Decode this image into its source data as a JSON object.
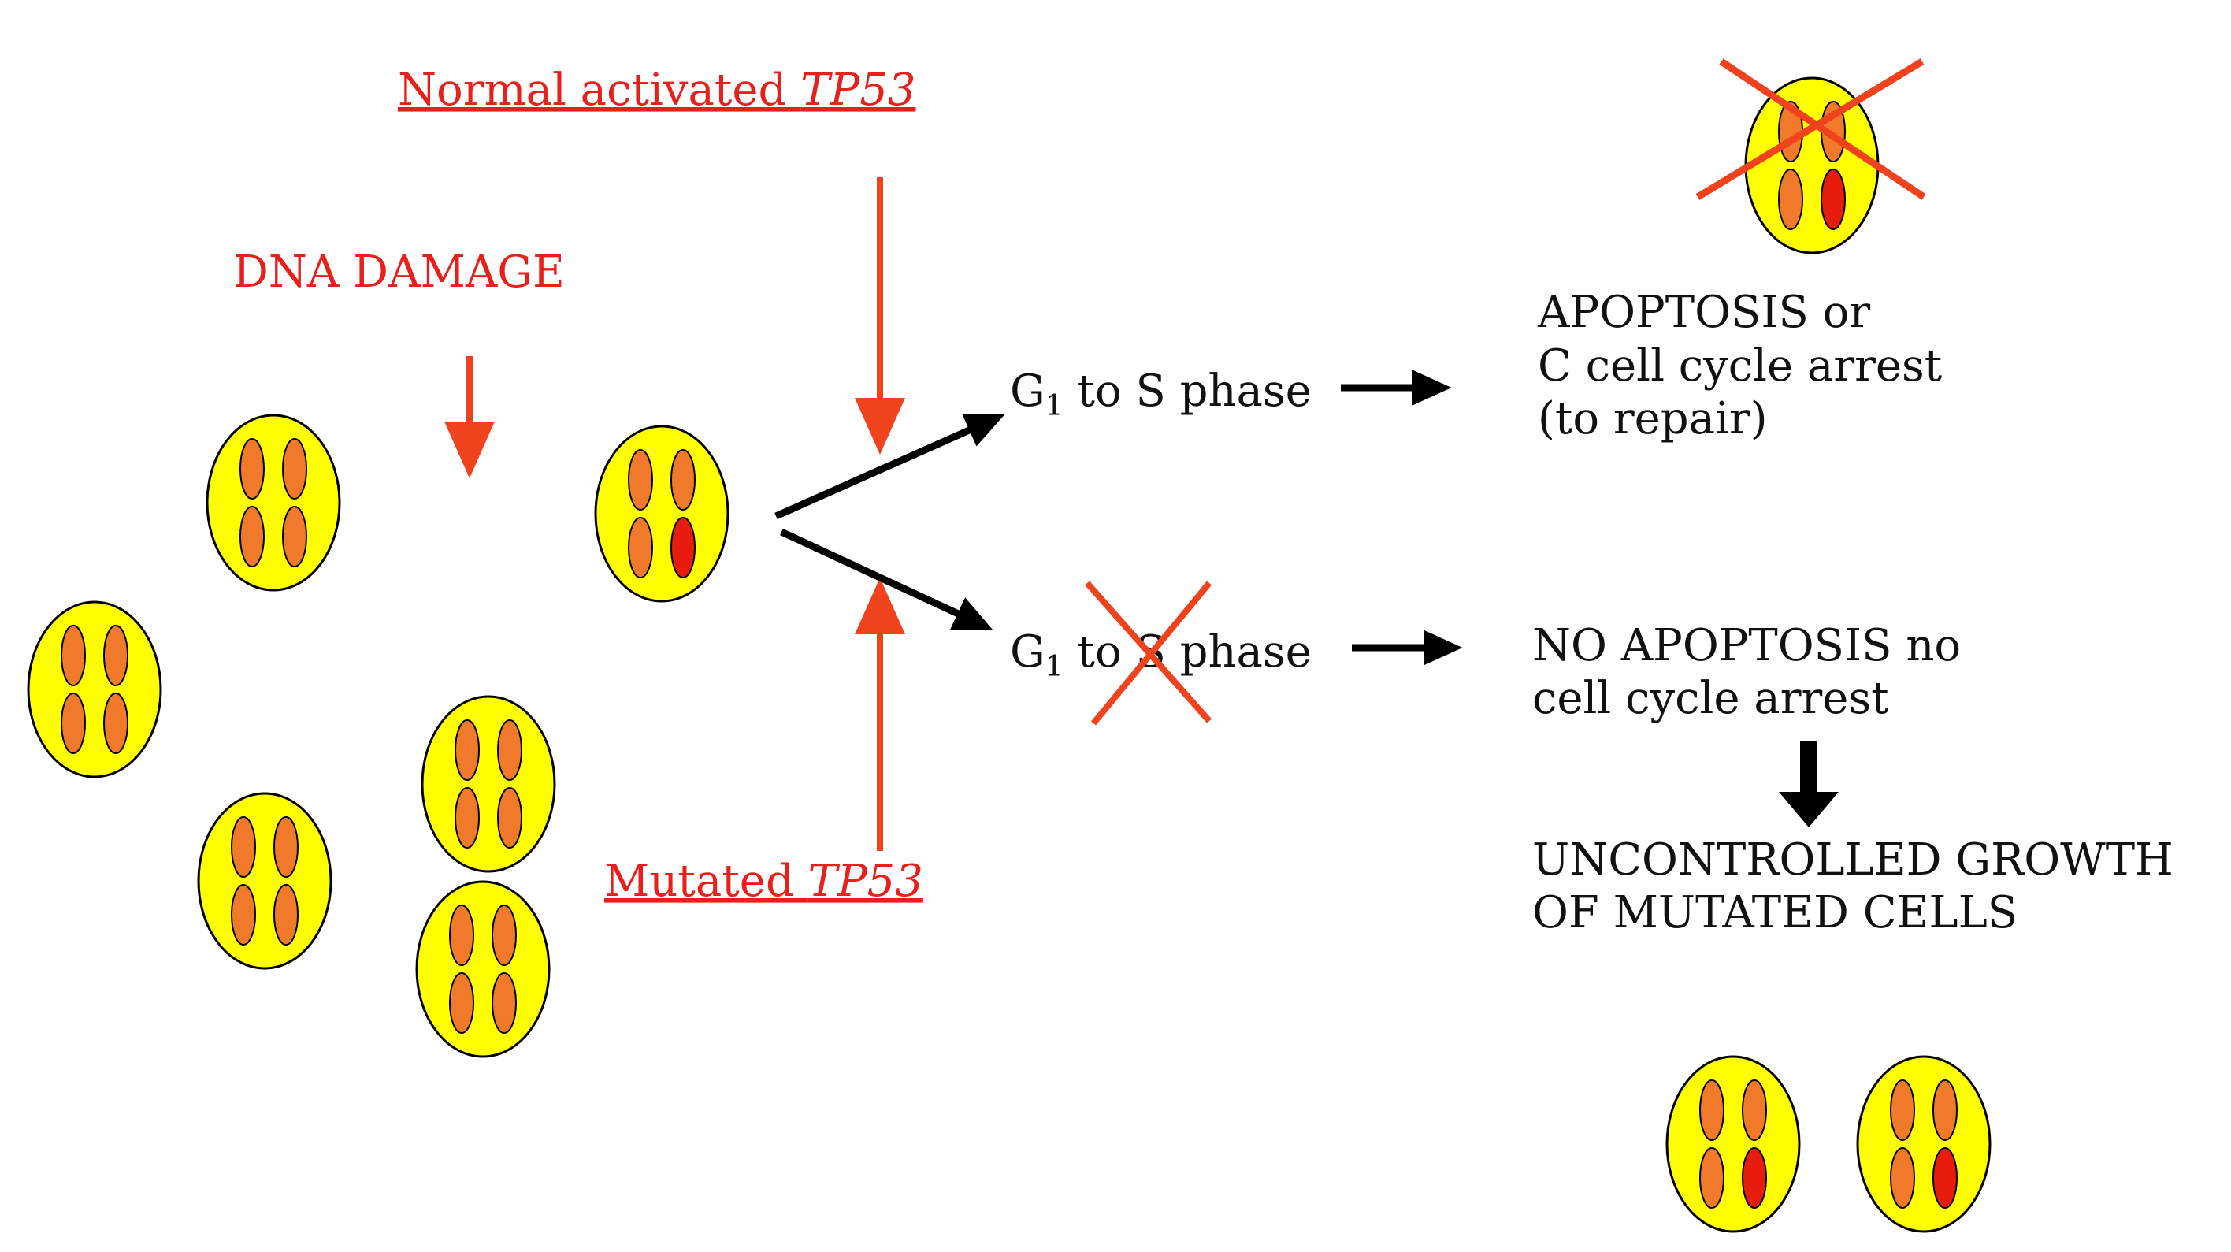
{
  "labels": {
    "normal_prefix": "Normal activated ",
    "normal_gene": "TP53",
    "dna_damage": "DNA DAMAGE",
    "mutated_prefix": "Mutated ",
    "mutated_gene": "TP53",
    "g1_top_g": "G",
    "g1_top_sub": "1",
    "g1_top_rest": " to S phase",
    "g1_bottom_g": "G",
    "g1_bottom_sub": "1",
    "g1_bottom_rest": " to S phase",
    "apoptosis_line1": "APOPTOSIS or",
    "apoptosis_line2": "C cell cycle arrest",
    "apoptosis_line3": "(to repair)",
    "no_apoptosis_line1": "NO APOPTOSIS no",
    "no_apoptosis_line2": "cell cycle arrest",
    "uncontrolled_line1": "UNCONTROLLED GROWTH",
    "uncontrolled_line2": "OF MUTATED  CELLS"
  },
  "colors": {
    "cell_fill": "#ffff00",
    "chromosome": "#f07a2a",
    "mutated_chromosome": "#e81c0c",
    "red_text": "#e8201c",
    "arrow_red": "#f0421c",
    "arrow_black": "#000000",
    "cross": "#f0421c"
  }
}
